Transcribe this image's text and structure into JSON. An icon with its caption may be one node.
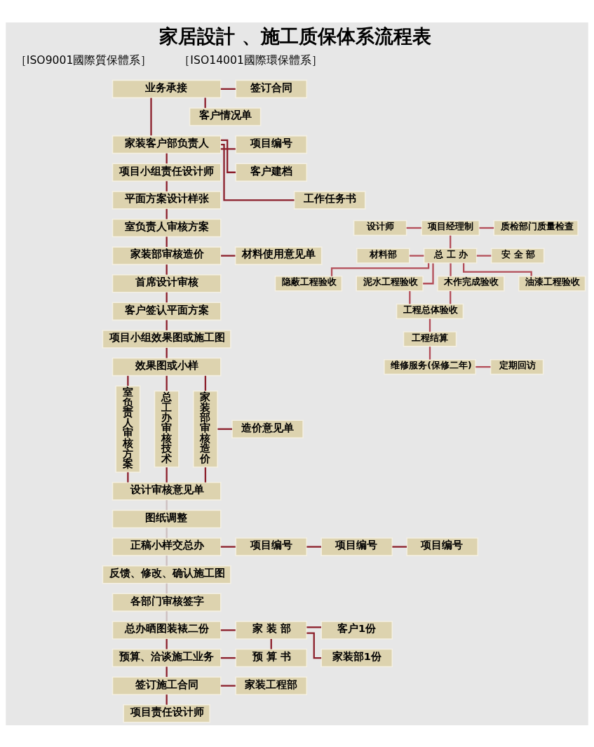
{
  "diagram": {
    "title": "家居設計 、施工质保体系流程表",
    "nodes": [
      {
        "text": [
          "业务承接"
        ]
      },
      {
        "text": [
          "签订合同"
        ]
      },
      {
        "text": [
          "客户情况单"
        ]
      },
      {
        "text": [
          "家装客户部负责人"
        ]
      },
      {
        "text": [
          "项目编号"
        ]
      },
      {
        "text": [
          "客户建档"
        ]
      },
      {
        "text": [
          "工作任务书"
        ]
      },
      {
        "text": [
          "项目小组责任设计师"
        ]
      },
      {
        "text": [
          "平面方案设计样张"
        ]
      },
      {
        "text": [
          "室负责人审核方案"
        ]
      },
      {
        "text": [
          "家装部审核造价"
        ]
      },
      {
        "text": [
          "材料使用意见单"
        ]
      },
      {
        "text": [
          "首席设计审核"
        ]
      },
      {
        "text": [
          "客户签认平面方案"
        ]
      },
      {
        "text": [
          "项目小组效果图或施工图"
        ]
      },
      {
        "text": [
          "效果图或小样"
        ]
      },
      {
        "text": [
          "室负责人审核方案"
        ]
      },
      {
        "text": [
          "总工办审核技术"
        ]
      },
      {
        "text": [
          "家装部审核造价"
        ]
      },
      {
        "text": [
          "造价意见单"
        ]
      },
      {
        "text": [
          "设计审核意见单"
        ]
      },
      {
        "text": [
          "图纸调整"
        ]
      },
      {
        "text": [
          "正稿小样交总办"
        ]
      },
      {
        "text": [
          "项目编号"
        ]
      },
      {
        "text": [
          "项目编号"
        ]
      },
      {
        "text": [
          "项目编号"
        ]
      },
      {
        "text": [
          "反馈、修改、确认施工图"
        ]
      },
      {
        "text": [
          "各部门审核签字"
        ]
      },
      {
        "text": [
          "总办晒图装裱二份"
        ]
      },
      {
        "text": [
          "家 装 部"
        ]
      },
      {
        "text": [
          "客户1份"
        ]
      },
      {
        "text": [
          "家装部1份"
        ]
      },
      {
        "text": [
          "预算、洽谈施工业务"
        ]
      },
      {
        "text": [
          "预 算 书"
        ]
      },
      {
        "text": [
          "签订施工合同"
        ]
      },
      {
        "text": [
          "家装工程部"
        ]
      },
      {
        "text": [
          "项目责任设计师"
        ]
      },
      {
        "text": [
          "设计师"
        ]
      },
      {
        "text": [
          "项目经理制"
        ]
      },
      {
        "text": [
          "质检部门质量检查"
        ]
      },
      {
        "text": [
          "材料部"
        ]
      },
      {
        "text": [
          "总 工 办"
        ]
      },
      {
        "text": [
          "安 全 部"
        ]
      },
      {
        "text": [
          "隐蔽工程验收"
        ]
      },
      {
        "text": [
          "泥水工程验收"
        ]
      },
      {
        "text": [
          "木作完成验收"
        ]
      },
      {
        "text": [
          "油漆工程验收"
        ]
      },
      {
        "text": [
          "工程总体验收"
        ]
      },
      {
        "text": [
          "工程结算"
        ]
      },
      {
        "text": [
          "维修服务(保修二年)"
        ]
      },
      {
        "text": [
          "定期回访"
        ]
      }
    ],
    "edges": [
      {
        "from": 0,
        "to": 3,
        "arrow": "none"
      },
      {
        "from": 0,
        "to": 1,
        "arrow": "none"
      },
      {
        "from": 0,
        "to": 2,
        "arrow": "none"
      },
      {
        "from": 3,
        "to": 7,
        "arrow": "none"
      },
      {
        "from": 3,
        "to": 4,
        "arrow": "none"
      },
      {
        "from": 3,
        "to": 5,
        "arrow": "none"
      },
      {
        "from": 3,
        "to": 6,
        "arrow": "none"
      },
      {
        "from": 7,
        "to": 8,
        "arrow": "none"
      },
      {
        "from": 8,
        "to": 9,
        "arrow": "none"
      },
      {
        "from": 9,
        "to": 10,
        "arrow": "none"
      },
      {
        "from": 10,
        "to": 11,
        "arrow": "none"
      },
      {
        "from": 10,
        "to": 12,
        "arrow": "none"
      },
      {
        "from": 12,
        "to": 13,
        "arrow": "none"
      },
      {
        "from": 13,
        "to": 14,
        "arrow": "none"
      },
      {
        "from": 14,
        "to": 15,
        "arrow": "none"
      },
      {
        "from": 15,
        "to": 16,
        "arrow": "none"
      },
      {
        "from": 15,
        "to": 17,
        "arrow": "none"
      },
      {
        "from": 15,
        "to": 18,
        "arrow": "none"
      },
      {
        "from": 18,
        "to": 19,
        "arrow": "none"
      },
      {
        "from": 16,
        "to": 20,
        "arrow": "none"
      },
      {
        "from": 17,
        "to": 20,
        "arrow": "none"
      },
      {
        "from": 18,
        "to": 20,
        "arrow": "none"
      },
      {
        "from": 20,
        "to": 21,
        "arrow": "none",
        "color": "#cdbfbf"
      },
      {
        "from": 21,
        "to": 22,
        "arrow": "none",
        "color": "#cdbfbf"
      },
      {
        "from": 22,
        "to": 23,
        "arrow": "none"
      },
      {
        "from": 23,
        "to": 24,
        "arrow": "none"
      },
      {
        "from": 24,
        "to": 25,
        "arrow": "none"
      },
      {
        "from": 22,
        "to": 26,
        "arrow": "none",
        "color": "#cdbfbf"
      },
      {
        "from": 26,
        "to": 27,
        "arrow": "none",
        "color": "#cdbfbf"
      },
      {
        "from": 27,
        "to": 28,
        "arrow": "none",
        "color": "#cdbfbf"
      },
      {
        "from": 28,
        "to": 29,
        "arrow": "none"
      },
      {
        "from": 29,
        "to": 30,
        "arrow": "none"
      },
      {
        "from": 29,
        "to": 33,
        "arrow": "none"
      },
      {
        "from": 29,
        "to": 31,
        "arrow": "none"
      },
      {
        "from": 28,
        "to": 32,
        "arrow": "none"
      },
      {
        "from": 32,
        "to": 33,
        "arrow": "none"
      },
      {
        "from": 32,
        "to": 34,
        "arrow": "none"
      },
      {
        "from": 34,
        "to": 35,
        "arrow": "none"
      },
      {
        "from": 34,
        "to": 36,
        "arrow": "none"
      },
      {
        "from": 37,
        "to": 38,
        "arrow": "none",
        "color": "#b34d58"
      },
      {
        "from": 38,
        "to": 39,
        "arrow": "none",
        "color": "#b34d58"
      },
      {
        "from": 38,
        "to": 41,
        "arrow": "none",
        "color": "#b34d58"
      },
      {
        "from": 40,
        "to": 41,
        "arrow": "none",
        "color": "#b34d58"
      },
      {
        "from": 41,
        "to": 42,
        "arrow": "none",
        "color": "#b34d58"
      },
      {
        "from": 41,
        "to": 43,
        "arrow": "none",
        "color": "#b34d58"
      },
      {
        "from": 41,
        "to": 44,
        "arrow": "none",
        "color": "#b34d58"
      },
      {
        "from": 41,
        "to": 45,
        "arrow": "none",
        "color": "#b34d58"
      },
      {
        "from": 41,
        "to": 46,
        "arrow": "none",
        "color": "#b34d58"
      },
      {
        "from": 44,
        "to": 47,
        "arrow": "none",
        "color": "#b34d58"
      },
      {
        "from": 45,
        "to": 47,
        "arrow": "none",
        "color": "#b34d58"
      },
      {
        "from": 47,
        "to": 48,
        "arrow": "none",
        "color": "#b34d58"
      },
      {
        "from": 48,
        "to": 49,
        "arrow": "none",
        "color": "#b34d58"
      },
      {
        "from": 49,
        "to": 50,
        "arrow": "none",
        "color": "#b34d58"
      }
    ],
    "labels": [
      "［ISO9001國際質保體系］",
      "［ISO14001國際環保體系］"
    ]
  }
}
